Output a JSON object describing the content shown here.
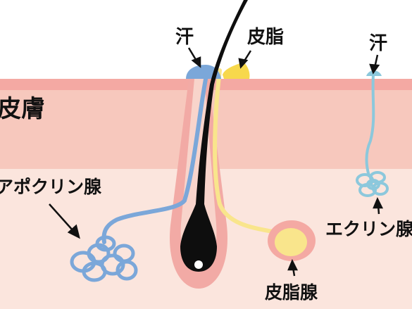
{
  "labels": {
    "sweat_top": "汗",
    "sebum_top": "皮脂",
    "skin": "皮膚",
    "apocrine_gland": "アポクリン腺",
    "sebaceous_gland": "皮脂腺",
    "sweat_right": "汗",
    "eccrine_gland": "エクリン腺"
  },
  "colors": {
    "epidermis": "#f4a9a3",
    "dermis": "#f7c8bd",
    "subcutis": "#fbe5dd",
    "follicle": "#f2aaa5",
    "hair": "#0e0e0e",
    "apocrine_duct": "#7ba7d9",
    "sebaceous": "#f9e58c",
    "eccrine_duct": "#8cc8dc",
    "sweat_drop": "#7ba7d9",
    "sebum_drop": "#f7d84c"
  }
}
